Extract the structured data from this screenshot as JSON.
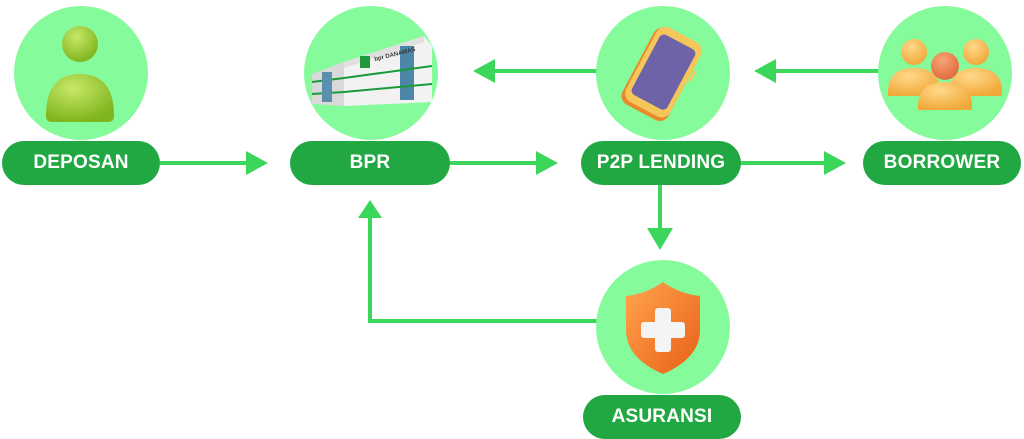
{
  "colors": {
    "circle": "#85fb9c",
    "pill": "#22a843",
    "arrow": "#3ad75b",
    "pill_text": "#ffffff"
  },
  "nodes": {
    "deposan": {
      "label": "DEPOSAN",
      "icon": "person-icon"
    },
    "bpr": {
      "label": "BPR",
      "icon": "bank-building-icon",
      "logo_text": "bpr DANAMAS"
    },
    "p2p": {
      "label": "P2P LENDING",
      "icon": "smartphone-icon"
    },
    "borrower": {
      "label": "BORROWER",
      "icon": "group-people-icon"
    },
    "asuransi": {
      "label": "ASURANSI",
      "icon": "shield-plus-icon"
    }
  },
  "edges": [
    {
      "from": "DEPOSAN",
      "to": "BPR"
    },
    {
      "from": "BPR",
      "to": "P2P LENDING"
    },
    {
      "from": "P2P LENDING",
      "to": "BORROWER"
    },
    {
      "from": "BORROWER",
      "to": "P2P LENDING"
    },
    {
      "from": "P2P LENDING",
      "to": "BPR"
    },
    {
      "from": "P2P LENDING",
      "to": "ASURANSI"
    },
    {
      "from": "ASURANSI",
      "to": "BPR"
    }
  ]
}
